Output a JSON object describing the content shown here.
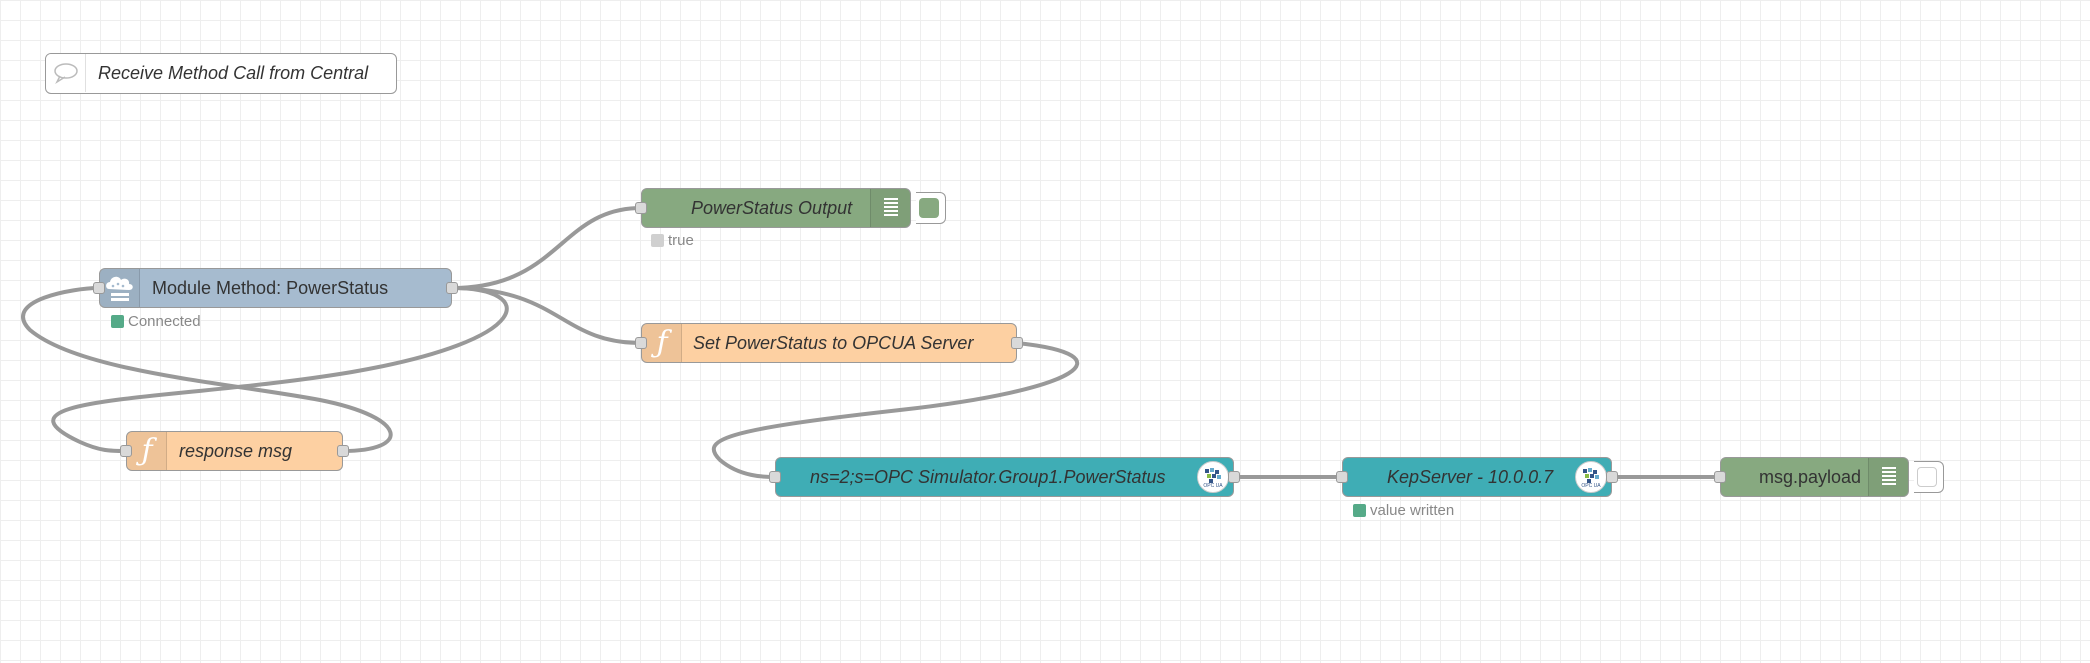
{
  "comment": {
    "label": "Receive Method Call from Central"
  },
  "nodes": {
    "module_method": {
      "label": "Module Method: PowerStatus",
      "status": "Connected",
      "icon": "cloud-module-icon",
      "color": "#a6bbcf",
      "status_color": "#5a8"
    },
    "response_msg": {
      "label": "response msg",
      "icon": "function-icon",
      "color": "#fdd0a2"
    },
    "powerstatus_output": {
      "label": "PowerStatus Output",
      "status": "true",
      "icon": "debug-icon",
      "color": "#87a980",
      "status_color": "#cccccc"
    },
    "set_powerstatus": {
      "label": "Set PowerStatus to OPCUA Server",
      "icon": "function-icon",
      "color": "#fdd0a2"
    },
    "opc_item": {
      "label": "ns=2;s=OPC Simulator.Group1.PowerStatus",
      "icon": "opcua-logo-icon",
      "color": "#3fadb5"
    },
    "kepserver": {
      "label": "KepServer - 10.0.0.7",
      "status": "value written",
      "icon": "opcua-logo-icon",
      "color": "#3fadb5",
      "status_color": "#5a8"
    },
    "msg_payload": {
      "label": "msg.payload",
      "icon": "debug-icon",
      "color": "#87a980"
    }
  },
  "colors": {
    "wire": "#999999",
    "grid": "#eeeeee",
    "canvas": "#ffffff"
  }
}
